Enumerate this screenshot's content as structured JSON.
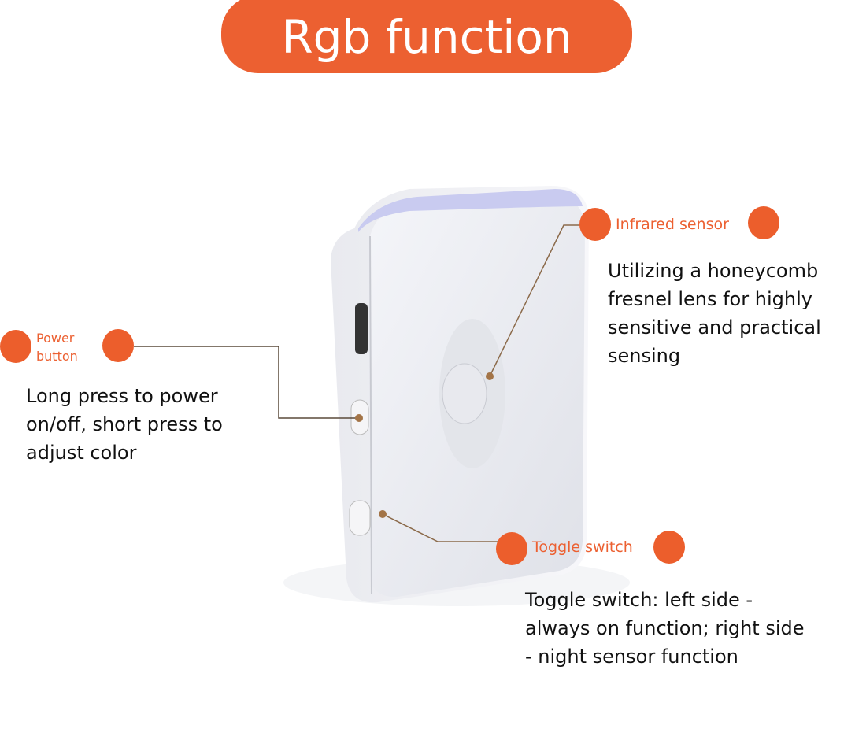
{
  "title": "Rgb function",
  "accent_color": "#ec6031",
  "callouts": {
    "infrared": {
      "label": "Infrared sensor",
      "description": "Utilizing a honeycomb fresnel lens for highly sensitive and practical sensing"
    },
    "power": {
      "label": "Power button",
      "description": "Long press to power on/off, short press to adjust color"
    },
    "toggle": {
      "label": "Toggle switch",
      "description": "Toggle switch: left side - always on function; right side - night sensor function"
    }
  }
}
